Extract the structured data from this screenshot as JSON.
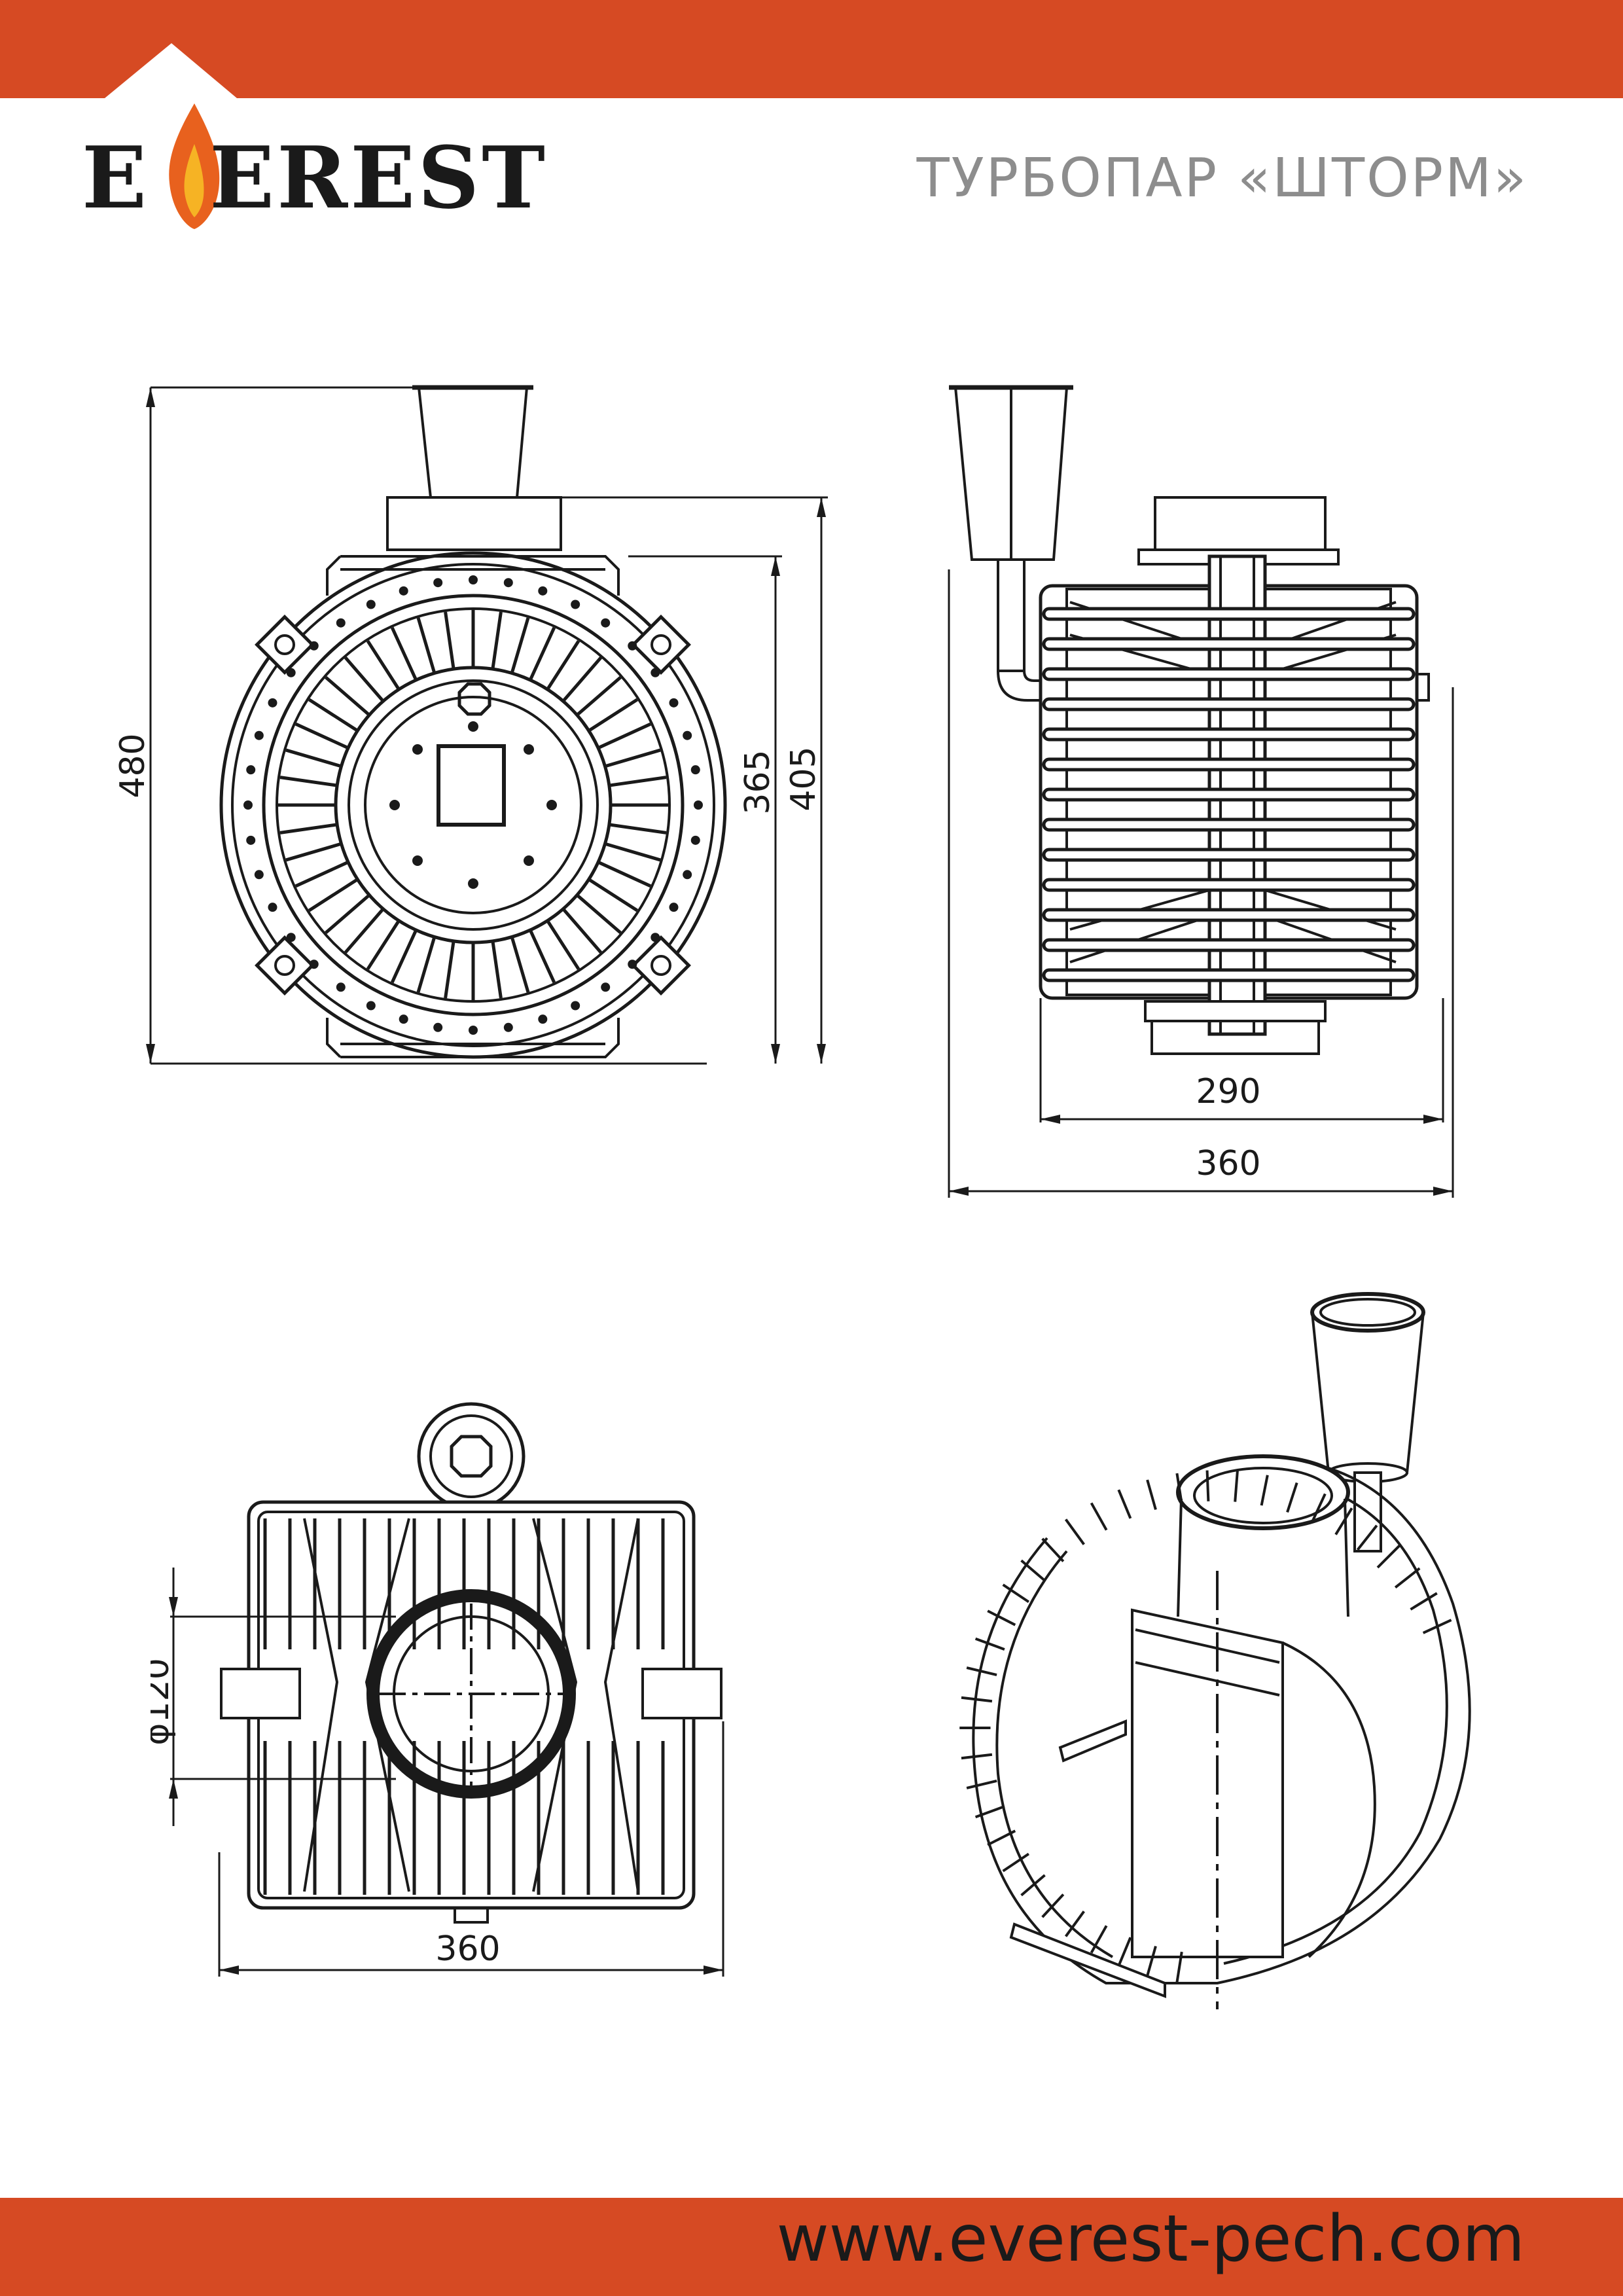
{
  "brand": {
    "name": "EVEREST",
    "name_lead": "E",
    "name_rest": "EREST"
  },
  "product": {
    "title": "ТУРБОПАР «ШТОРМ»"
  },
  "footer": {
    "website": "www.everest-pech.com"
  },
  "colors": {
    "accent": "#d64a23",
    "ink": "#1a1a1a",
    "title_gray": "#8d8d8d",
    "flame_orange": "#e8611e",
    "flame_yellow": "#f6b324"
  },
  "drawings": {
    "front_view": {
      "dim_height_total": "480",
      "dim_body": "365",
      "dim_body_with_collar": "405"
    },
    "side_view": {
      "dim_body_width": "290",
      "dim_overall_width": "360"
    },
    "top_view": {
      "dim_diameter": "ϕ120",
      "dim_width": "360"
    },
    "cutaway_view": {}
  }
}
